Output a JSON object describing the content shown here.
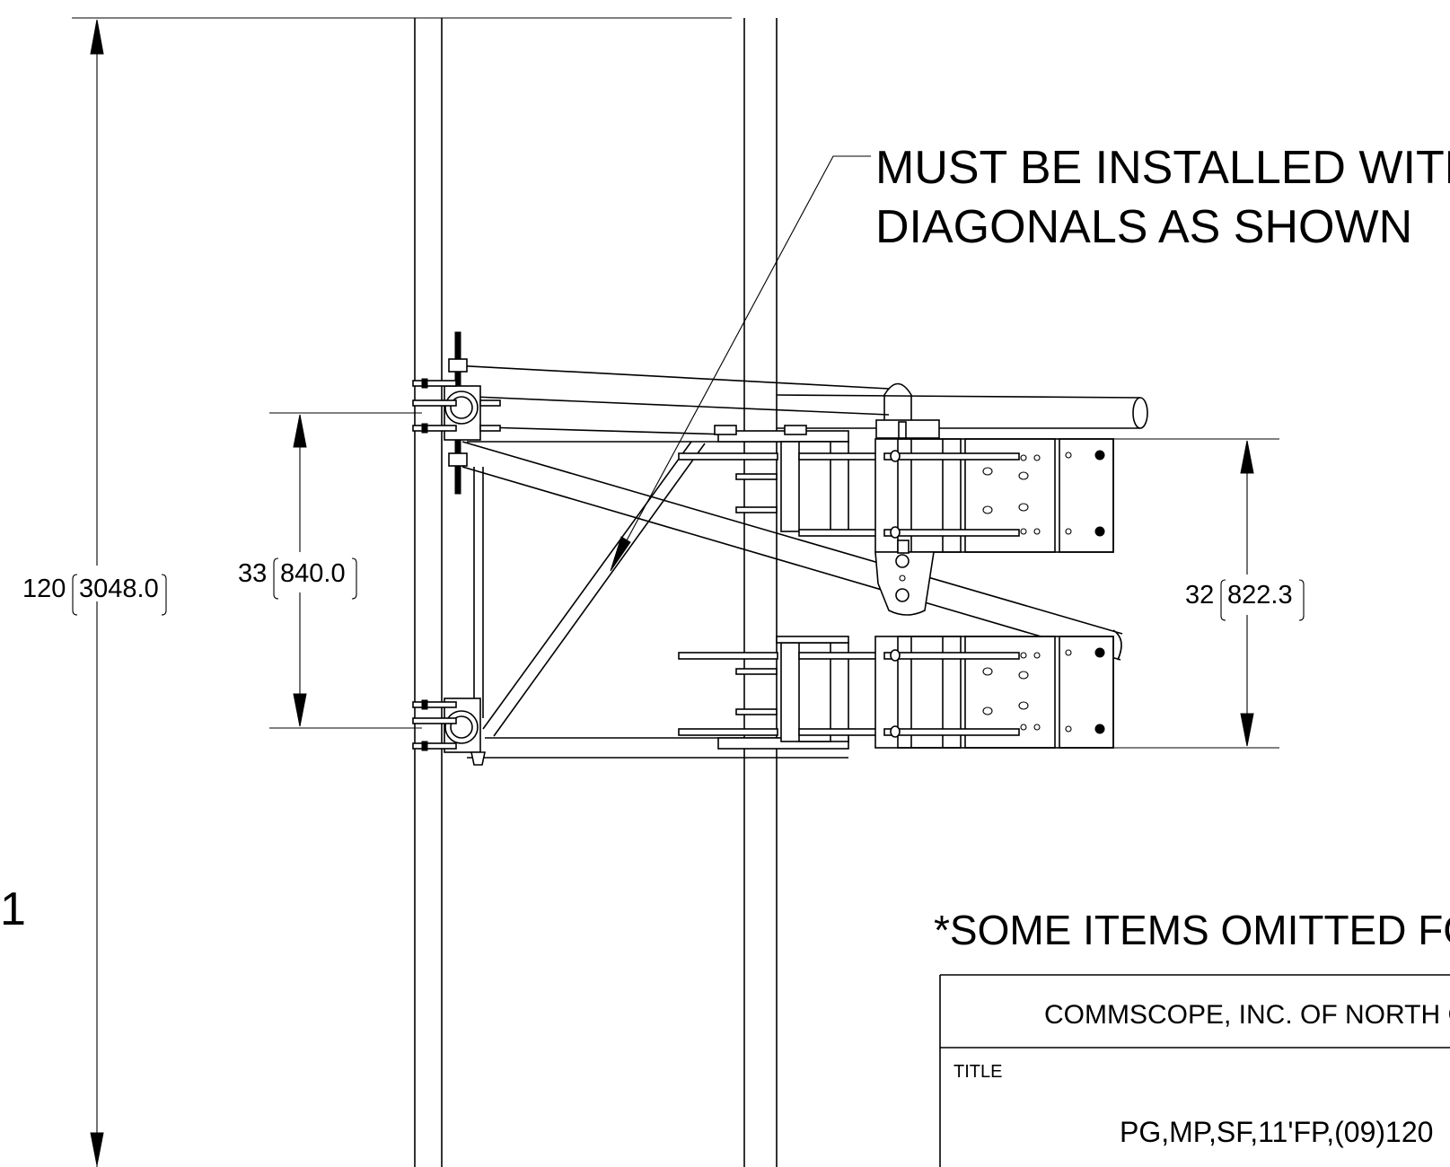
{
  "notes": {
    "note_line1": "MUST BE INSTALLED WITH",
    "note_line2": "DIAGONALS AS SHOWN",
    "omitted": "*SOME ITEMS OMITTED FO",
    "edge_char": "1"
  },
  "dimensions": {
    "overall_in": "120",
    "overall_mm": "3048.0",
    "left_in": "33",
    "left_mm": "840.0",
    "right_in": "32",
    "right_mm": "822.3"
  },
  "title_block": {
    "company": "COMMSCOPE, INC. OF NORTH C",
    "title_label": "TITLE",
    "title_value": "PG,MP,SF,11'FP,(09)120"
  }
}
